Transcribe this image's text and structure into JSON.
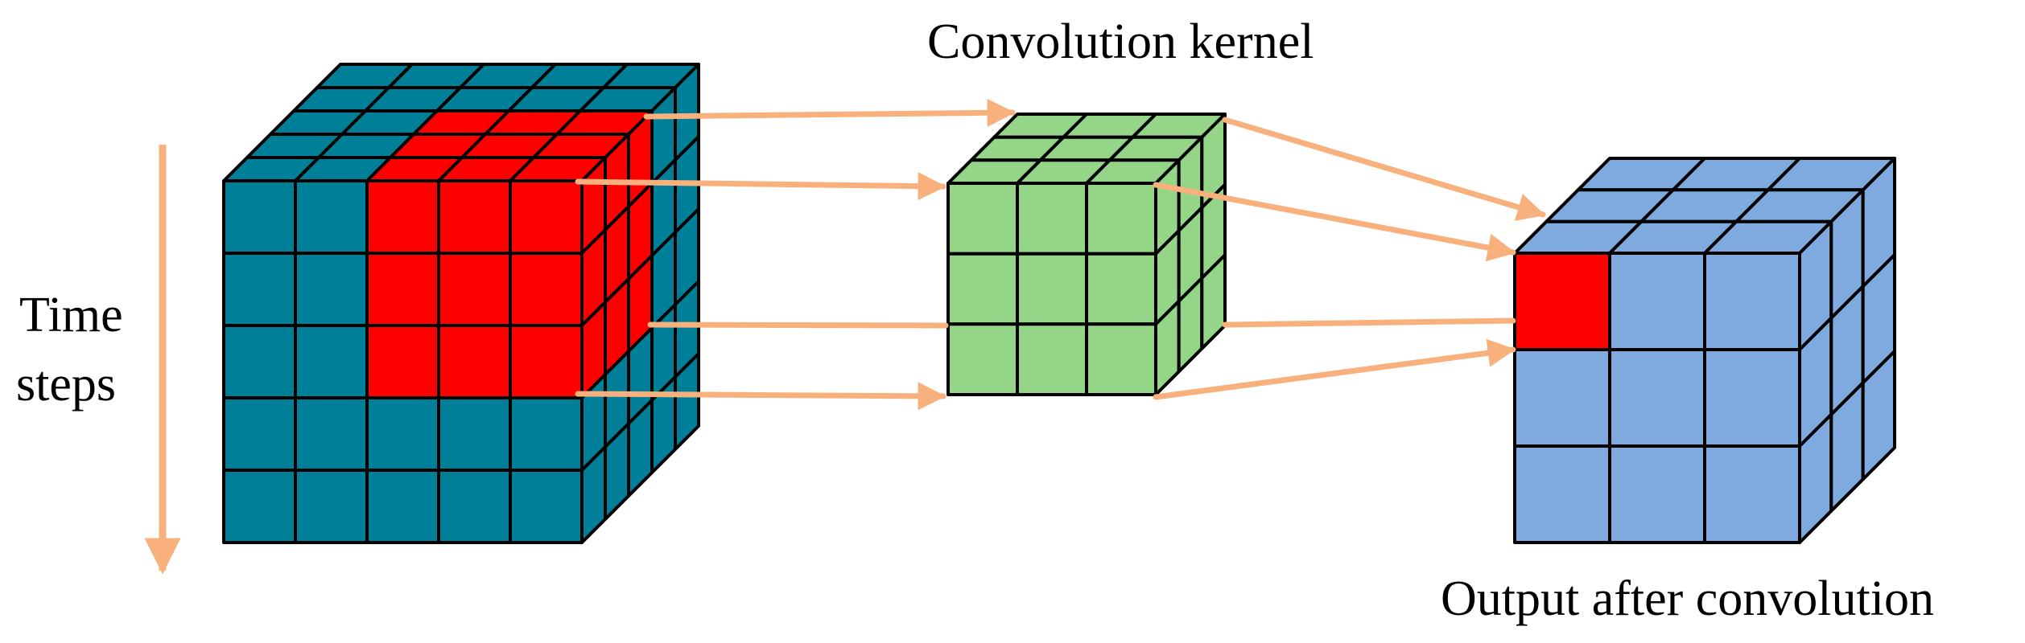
{
  "labels": {
    "kernel": "Convolution kernel",
    "time_line1": "Time",
    "time_line2": "steps",
    "output": "Output after convolution"
  },
  "cubes": {
    "input": {
      "grid": 5,
      "highlight_cols": [
        2,
        3,
        4
      ],
      "highlight_rows": [
        0,
        1,
        2
      ],
      "highlight_depth_from": 2
    },
    "kernel": {
      "grid": 3
    },
    "output": {
      "grid": 3,
      "highlight_col": 0,
      "highlight_row": 0
    }
  },
  "colors": {
    "input": "#007f99",
    "highlight": "#ff0000",
    "kernel": "#94d588",
    "output": "#7faae0",
    "arrow": "#f8b07c",
    "edge": "#000000"
  }
}
